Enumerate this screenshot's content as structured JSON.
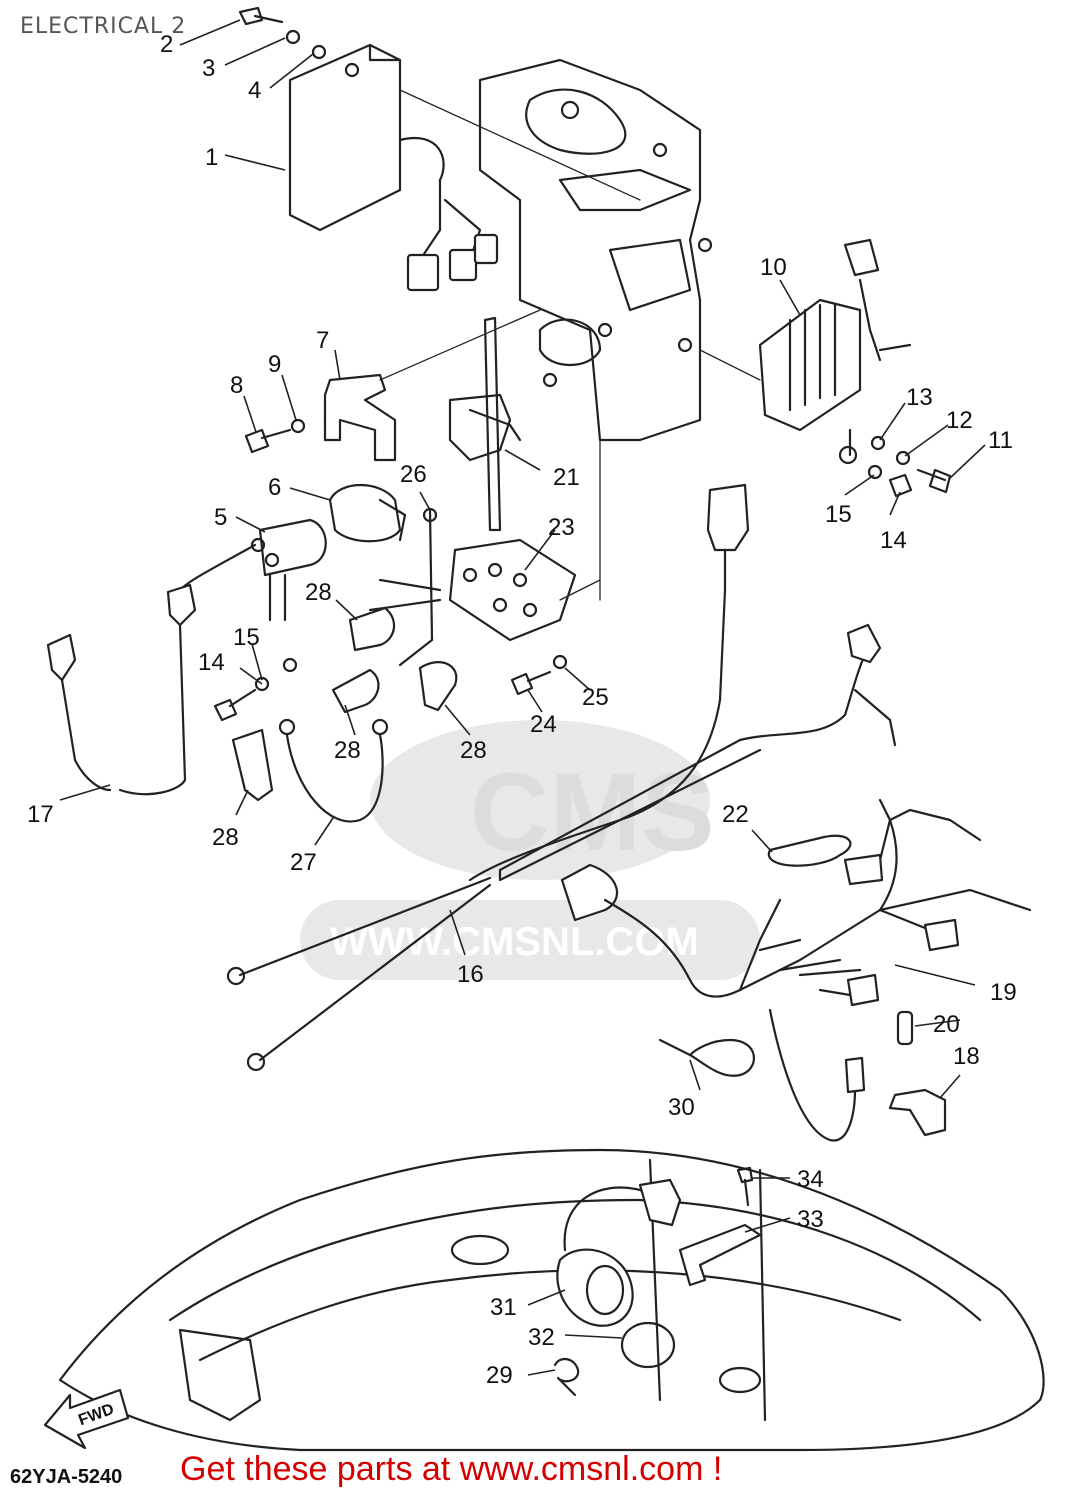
{
  "title": "ELECTRICAL 2",
  "reference_code": "62YJA-5240",
  "promo_text": "Get these parts at www.cmsnl.com !",
  "watermark": {
    "brand": "CMS",
    "url": "WWW.CMSNL.COM"
  },
  "fwd_label": "FWD",
  "colors": {
    "promo": "#d40000",
    "line": "#222222",
    "watermark": "#e8e8e8"
  },
  "callouts": [
    {
      "id": "c1",
      "label": "1"
    },
    {
      "id": "c2",
      "label": "2"
    },
    {
      "id": "c3",
      "label": "3"
    },
    {
      "id": "c4",
      "label": "4"
    },
    {
      "id": "c5",
      "label": "5"
    },
    {
      "id": "c6",
      "label": "6"
    },
    {
      "id": "c7",
      "label": "7"
    },
    {
      "id": "c8",
      "label": "8"
    },
    {
      "id": "c9",
      "label": "9"
    },
    {
      "id": "c10",
      "label": "10"
    },
    {
      "id": "c11",
      "label": "11"
    },
    {
      "id": "c12",
      "label": "12"
    },
    {
      "id": "c13",
      "label": "13"
    },
    {
      "id": "c14a",
      "label": "14"
    },
    {
      "id": "c14b",
      "label": "14"
    },
    {
      "id": "c15a",
      "label": "15"
    },
    {
      "id": "c15b",
      "label": "15"
    },
    {
      "id": "c16",
      "label": "16"
    },
    {
      "id": "c17",
      "label": "17"
    },
    {
      "id": "c18",
      "label": "18"
    },
    {
      "id": "c19",
      "label": "19"
    },
    {
      "id": "c20",
      "label": "20"
    },
    {
      "id": "c21",
      "label": "21"
    },
    {
      "id": "c22",
      "label": "22"
    },
    {
      "id": "c23",
      "label": "23"
    },
    {
      "id": "c24",
      "label": "24"
    },
    {
      "id": "c25",
      "label": "25"
    },
    {
      "id": "c26",
      "label": "26"
    },
    {
      "id": "c27",
      "label": "27"
    },
    {
      "id": "c28a",
      "label": "28"
    },
    {
      "id": "c28b",
      "label": "28"
    },
    {
      "id": "c28c",
      "label": "28"
    },
    {
      "id": "c28d",
      "label": "28"
    },
    {
      "id": "c29",
      "label": "29"
    },
    {
      "id": "c30",
      "label": "30"
    },
    {
      "id": "c31",
      "label": "31"
    },
    {
      "id": "c32",
      "label": "32"
    },
    {
      "id": "c33",
      "label": "33"
    },
    {
      "id": "c34",
      "label": "34"
    }
  ]
}
